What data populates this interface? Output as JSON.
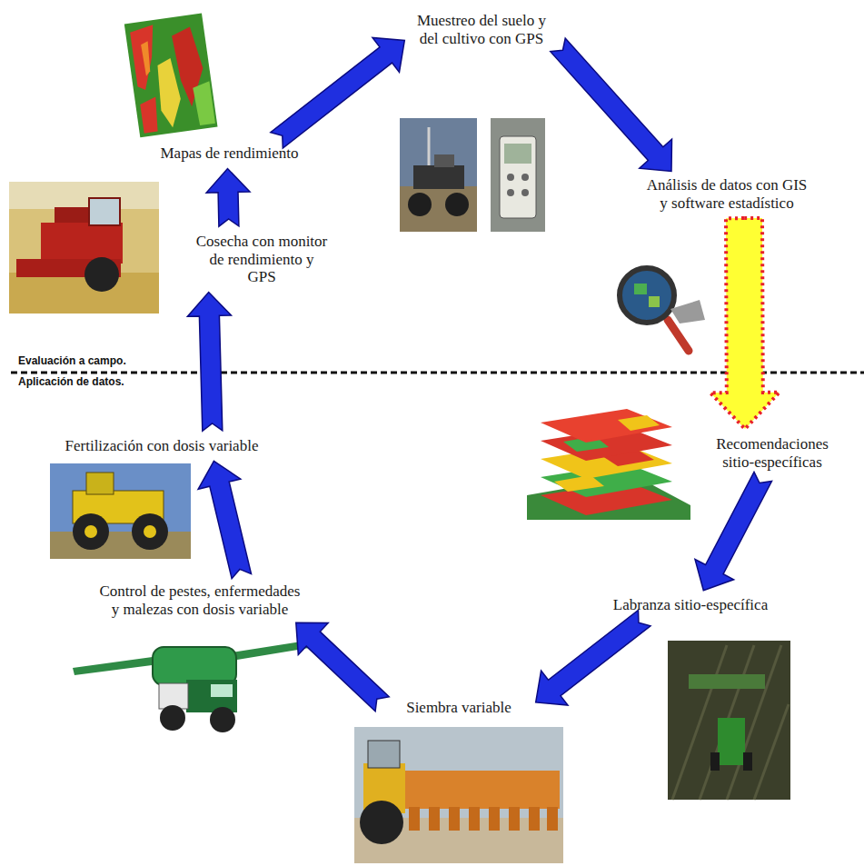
{
  "diagram": {
    "nodes": [
      {
        "text": [
          "Mapas de rendimiento"
        ]
      },
      {
        "text": [
          "Muestreo del suelo y del cultivo con GPS"
        ]
      },
      {
        "text": [
          "Análisis de datos con GIS y software estadístico"
        ]
      },
      {
        "text": [
          "Recomendaciones sitio-específicas"
        ]
      },
      {
        "text": [
          "Labranza sitio-específica"
        ]
      },
      {
        "text": [
          "Siembra variable"
        ]
      },
      {
        "text": [
          "Control de pestes, enfermedades y malezas con dosis variable"
        ]
      },
      {
        "text": [
          "Fertilización con dosis variable"
        ]
      },
      {
        "text": [
          "Cosecha con monitor de rendimiento y GPS"
        ]
      }
    ],
    "edges": [
      {
        "from": 0,
        "to": 1,
        "arrow": "to"
      },
      {
        "from": 1,
        "to": 2,
        "arrow": "to"
      },
      {
        "from": 2,
        "to": 3,
        "arrow": "to"
      },
      {
        "from": 3,
        "to": 4,
        "arrow": "to"
      },
      {
        "from": 4,
        "to": 5,
        "arrow": "to"
      },
      {
        "from": 5,
        "to": 6,
        "arrow": "to"
      },
      {
        "from": 6,
        "to": 7,
        "arrow": "to"
      },
      {
        "from": 7,
        "to": 8,
        "arrow": "to"
      },
      {
        "from": 8,
        "to": 0,
        "arrow": "to"
      }
    ],
    "labels": [
      "Evaluación a campo.",
      "Aplicación de datos."
    ]
  }
}
